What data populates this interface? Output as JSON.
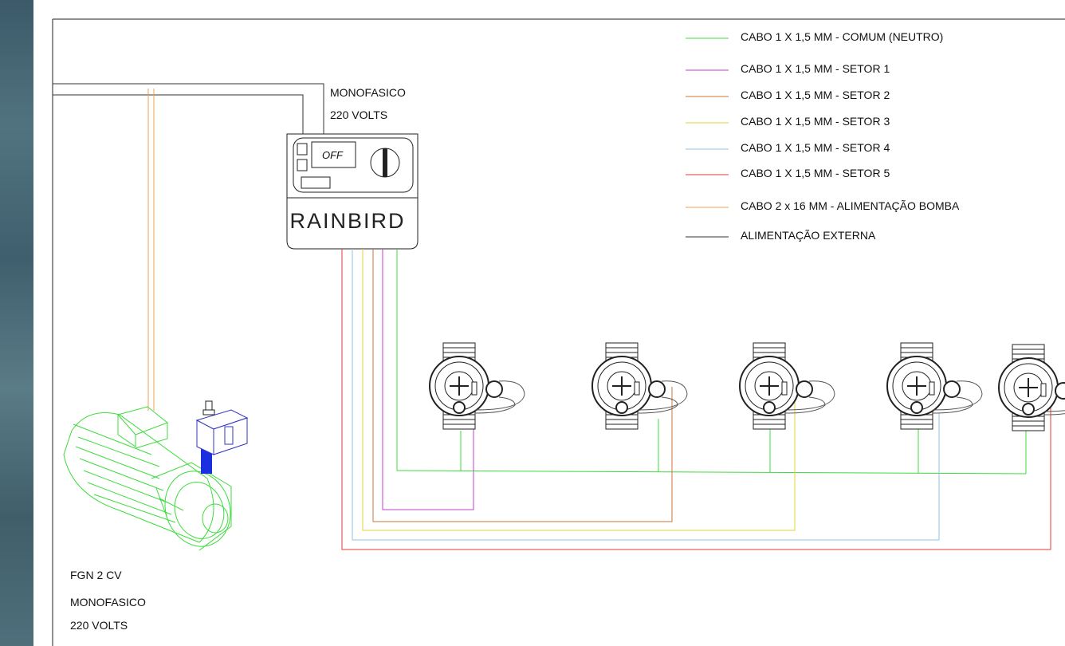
{
  "power_label": {
    "line1": "MONOFASICO",
    "line2": "220 VOLTS"
  },
  "controller": {
    "brand": "RAINBIRD",
    "display": "OFF"
  },
  "pump_label": {
    "model": "FGN 2 CV",
    "phase": "MONOFASICO",
    "voltage": "220 VOLTS"
  },
  "legend": [
    {
      "color": "#3ddc3d",
      "text": "CABO 1 X 1,5 MM - COMUM (NEUTRO)"
    },
    {
      "color": "#c040c8",
      "text": "CABO 1 X 1,5 MM - SETOR 1"
    },
    {
      "color": "#c8763a",
      "text": "CABO 1 X 1,5 MM - SETOR 2"
    },
    {
      "color": "#e3d43a",
      "text": "CABO 1 X 1,5 MM - SETOR 3"
    },
    {
      "color": "#8ec4e6",
      "text": "CABO 1 X 1,5 MM - SETOR 4"
    },
    {
      "color": "#e83a3a",
      "text": "CABO 1 X 1,5 MM - SETOR 5"
    },
    {
      "color": "#f0a050",
      "text": "CABO 2 x 16 MM - ALIMENTAÇÃO BOMBA"
    },
    {
      "color": "#333333",
      "text": "ALIMENTAÇÃO EXTERNA"
    }
  ]
}
